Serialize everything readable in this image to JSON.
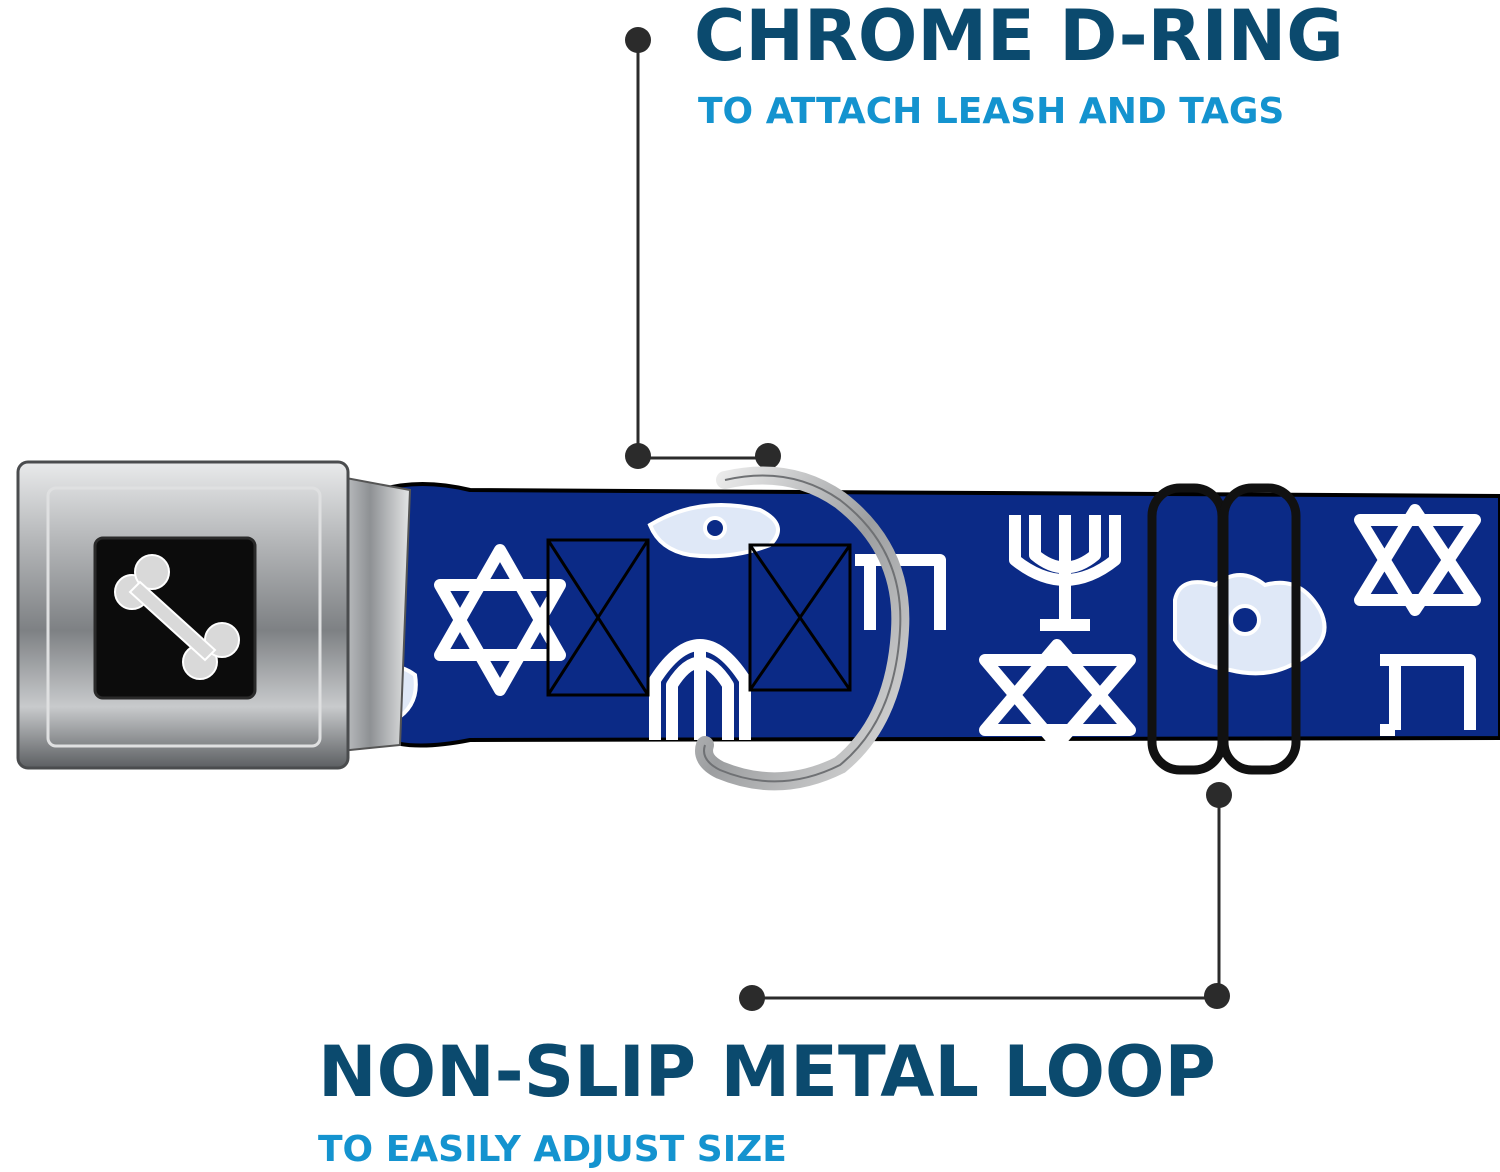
{
  "callouts": {
    "top": {
      "title": "CHROME D-RING",
      "subtitle": "TO ATTACH LEASH AND TAGS"
    },
    "bottom": {
      "title": "NON-SLIP METAL LOOP",
      "subtitle": "TO EASILY ADJUST SIZE"
    }
  },
  "colors": {
    "title": "#0b4a6e",
    "subtitle": "#1493cf",
    "leader_line": "#2b2b2b",
    "strap": "#0b2a86",
    "pattern": "#ffffff",
    "buckle": "#9a9c9e",
    "loop": "#111111",
    "ring": "#b9bbbd"
  },
  "product": {
    "buckle_icon": "bone-icon",
    "pattern_icons": [
      "star-of-david-icon",
      "menorah-icon",
      "hamsa-icon",
      "chai-icon"
    ]
  }
}
